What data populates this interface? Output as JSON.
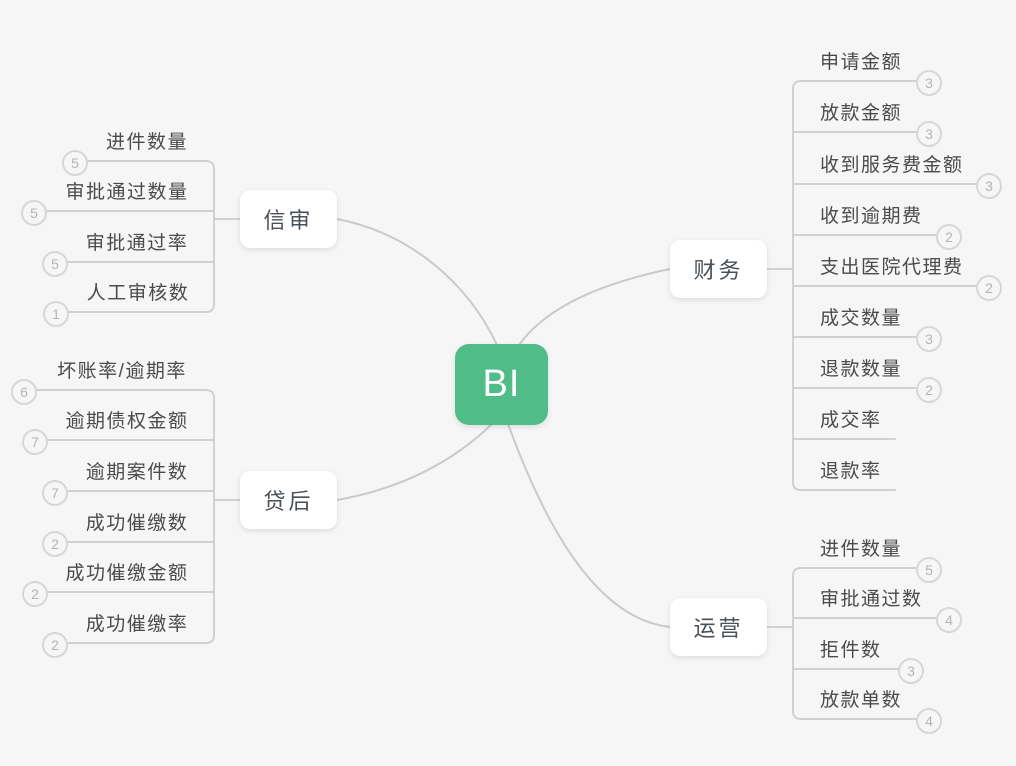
{
  "canvas": {
    "background_color": "#f6f6f7",
    "line_color": "#d0d1d3",
    "curve_color": "#c9cacb",
    "root_color": "#50bd89"
  },
  "root": {
    "label": "BI"
  },
  "branches": [
    {
      "label": "信审",
      "side": "left",
      "items": [
        {
          "label": "进件数量",
          "badge": "5"
        },
        {
          "label": "审批通过数量",
          "badge": "5"
        },
        {
          "label": "审批通过率",
          "badge": "5"
        },
        {
          "label": "人工审核数",
          "badge": "1"
        }
      ]
    },
    {
      "label": "贷后",
      "side": "left",
      "items": [
        {
          "label": "坏账率/逾期率",
          "badge": "6"
        },
        {
          "label": "逾期债权金额",
          "badge": "7"
        },
        {
          "label": "逾期案件数",
          "badge": "7"
        },
        {
          "label": "成功催缴数",
          "badge": "2"
        },
        {
          "label": "成功催缴金额",
          "badge": "2"
        },
        {
          "label": "成功催缴率",
          "badge": "2"
        }
      ]
    },
    {
      "label": "财务",
      "side": "right",
      "items": [
        {
          "label": "申请金额",
          "badge": "3"
        },
        {
          "label": "放款金额",
          "badge": "3"
        },
        {
          "label": "收到服务费金额",
          "badge": "3"
        },
        {
          "label": "收到逾期费",
          "badge": "2"
        },
        {
          "label": "支出医院代理费",
          "badge": "2"
        },
        {
          "label": "成交数量",
          "badge": "3"
        },
        {
          "label": "退款数量",
          "badge": "2"
        },
        {
          "label": "成交率",
          "badge": null
        },
        {
          "label": "退款率",
          "badge": null
        }
      ]
    },
    {
      "label": "运营",
      "side": "right",
      "items": [
        {
          "label": "进件数量",
          "badge": "5"
        },
        {
          "label": "审批通过数",
          "badge": "4"
        },
        {
          "label": "拒件数",
          "badge": "3"
        },
        {
          "label": "放款单数",
          "badge": "4"
        }
      ]
    }
  ]
}
